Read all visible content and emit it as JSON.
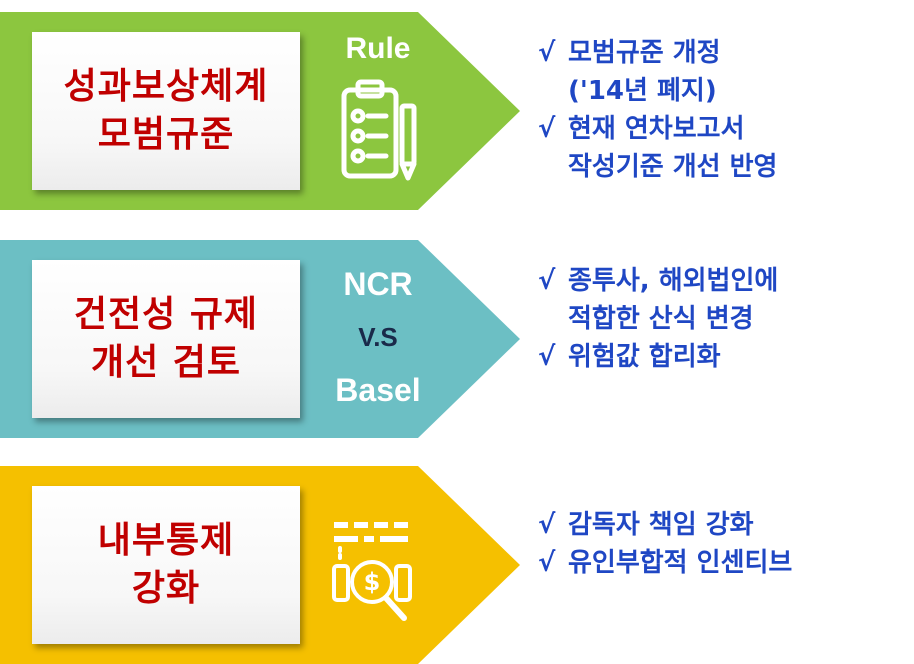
{
  "colors": {
    "row1": "#8cc63f",
    "row2": "#6cbfc4",
    "row3": "#f5c000",
    "box_text": "#c00000",
    "note_text": "#1f47c4"
  },
  "rows": [
    {
      "box_lines": [
        "성과보상체계",
        "모범규준"
      ],
      "icon_label": "Rule",
      "icon": "clipboard-checklist-icon",
      "notes": [
        {
          "check": "√",
          "lines": [
            "모범규준 개정",
            "('14년 폐지)"
          ]
        },
        {
          "check": "√",
          "lines": [
            "현재 연차보고서",
            "작성기준 개선 반영"
          ]
        }
      ]
    },
    {
      "box_lines": [
        "건전성 규제",
        "개선 검토"
      ],
      "icon_labels": [
        "NCR",
        "V.S",
        "Basel"
      ],
      "notes": [
        {
          "check": "√",
          "lines": [
            "종투사, 해외법인에",
            "적합한 산식 변경"
          ]
        },
        {
          "check": "√",
          "lines": [
            "위험값 합리화"
          ]
        }
      ]
    },
    {
      "box_lines": [
        "내부통제",
        "강화"
      ],
      "icon": "money-audit-magnifier-icon",
      "notes": [
        {
          "check": "√",
          "lines": [
            "감독자 책임 강화"
          ]
        },
        {
          "check": "√",
          "lines": [
            "유인부합적 인센티브"
          ]
        }
      ]
    }
  ]
}
